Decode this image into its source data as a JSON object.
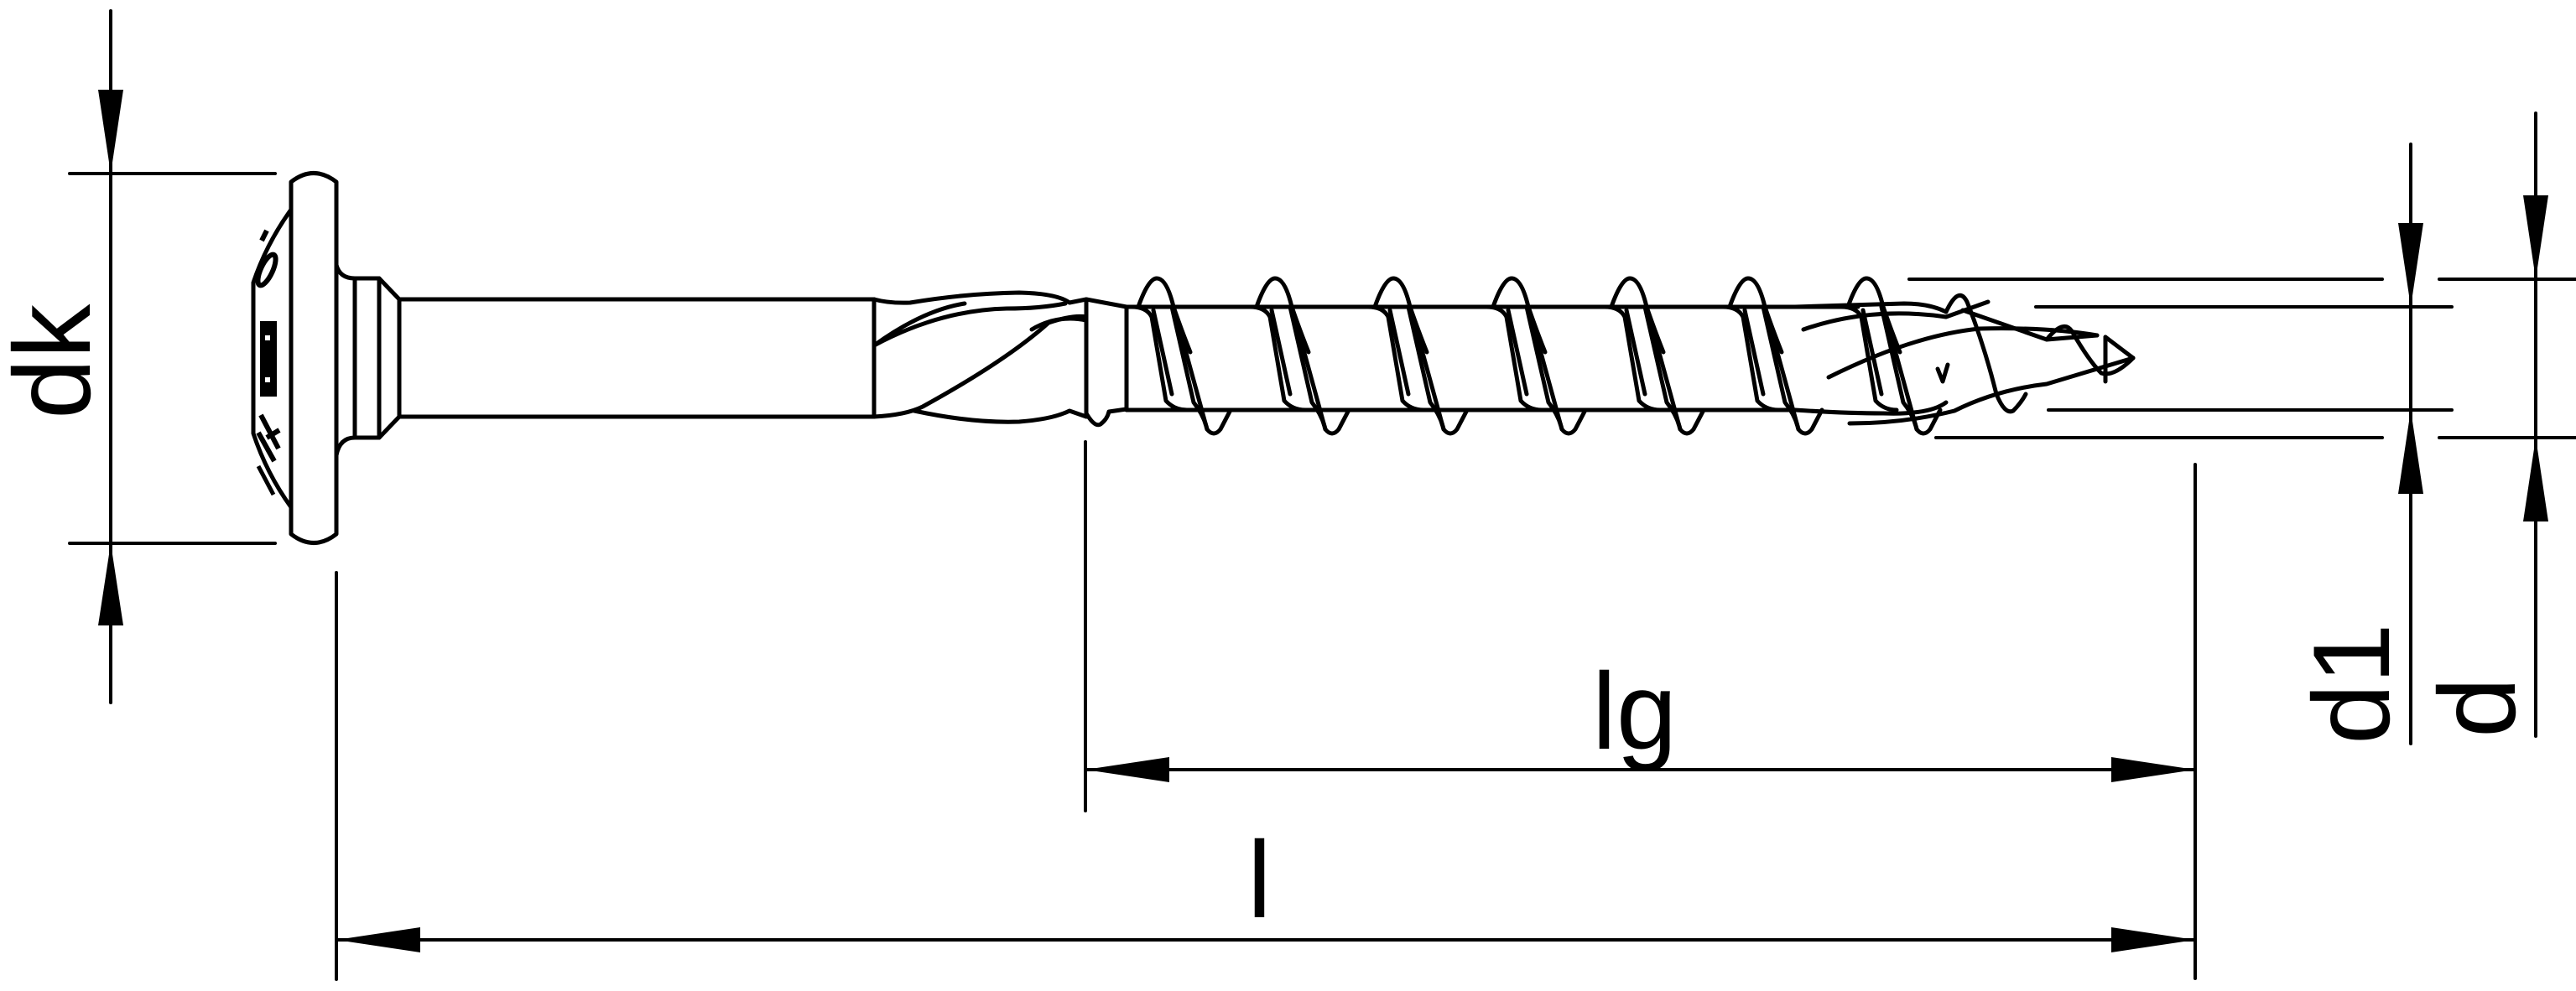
{
  "drawing": {
    "subject": "Wood screw with washer head, partial thread and drill tip — dimensioned side view",
    "background": "#ffffff",
    "line_color": "#000000"
  },
  "dimensions": {
    "dk": {
      "label": "dk",
      "description": "head diameter",
      "orientation": "vertical"
    },
    "l": {
      "label": "l",
      "description": "overall length",
      "orientation": "horizontal"
    },
    "lg": {
      "label": "lg",
      "description": "thread length",
      "orientation": "horizontal"
    },
    "d1": {
      "label": "d1",
      "description": "core diameter",
      "orientation": "vertical"
    },
    "d": {
      "label": "d",
      "description": "thread (outer) diameter",
      "orientation": "vertical"
    }
  },
  "parts": [
    "head",
    "drive-marking",
    "neck-ring",
    "shank",
    "milling-ribs",
    "thread",
    "drill-tip"
  ]
}
